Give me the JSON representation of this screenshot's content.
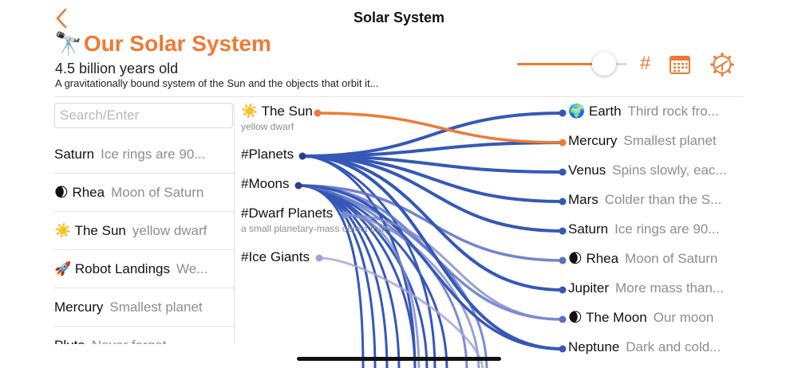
{
  "nav": {
    "title": "Solar System"
  },
  "header": {
    "emoji": "🔭",
    "title": "Our Solar System",
    "subtitle": "4.5 billion years old",
    "description": "A gravitationally bound system of the Sun and the objects that orbit it..."
  },
  "toolbar": {
    "hash_label": "#",
    "slider_value": 0.79
  },
  "search": {
    "placeholder": "Search/Enter"
  },
  "list": [
    {
      "name": "Saturn",
      "note": "Ice rings are 90..."
    },
    {
      "name": "🌒 Rhea",
      "note": "Moon of Saturn"
    },
    {
      "name": "☀️ The Sun",
      "note": "yellow dwarf"
    },
    {
      "name": "🚀 Robot Landings",
      "note": "We..."
    },
    {
      "name": "Mercury",
      "note": "Smallest planet"
    },
    {
      "name": "Pluto",
      "note": "Never forget"
    }
  ],
  "sources": [
    {
      "id": "sun",
      "name": "☀️ The Sun",
      "sub": "yellow dwarf"
    },
    {
      "id": "planets",
      "name": "#Planets",
      "sub": ""
    },
    {
      "id": "moons",
      "name": "#Moons",
      "sub": ""
    },
    {
      "id": "dwarf",
      "name": "#Dwarf Planets",
      "sub": "a small planetary-mass object that i..."
    },
    {
      "id": "ice",
      "name": "#Ice Giants",
      "sub": ""
    }
  ],
  "targets": [
    {
      "name": "🌍 Earth",
      "note": "Third rock fro..."
    },
    {
      "name": "Mercury",
      "note": "Smallest planet"
    },
    {
      "name": "Venus",
      "note": "Spins slowly, eac..."
    },
    {
      "name": "Mars",
      "note": "Colder than the S..."
    },
    {
      "name": "Saturn",
      "note": "Ice rings are 90..."
    },
    {
      "name": "🌒 Rhea",
      "note": "Moon of Saturn"
    },
    {
      "name": "Jupiter",
      "note": "More mass than..."
    },
    {
      "name": "🌒 The Moon",
      "note": "Our moon"
    },
    {
      "name": "Neptune",
      "note": "Dark and cold..."
    }
  ],
  "colors": {
    "accent": "#ee7a35",
    "planets_link": "#3558b8",
    "moons_link": "#5a6fc4",
    "dwarf_link": "#7f89cc",
    "ice_link": "#a99fd6"
  }
}
